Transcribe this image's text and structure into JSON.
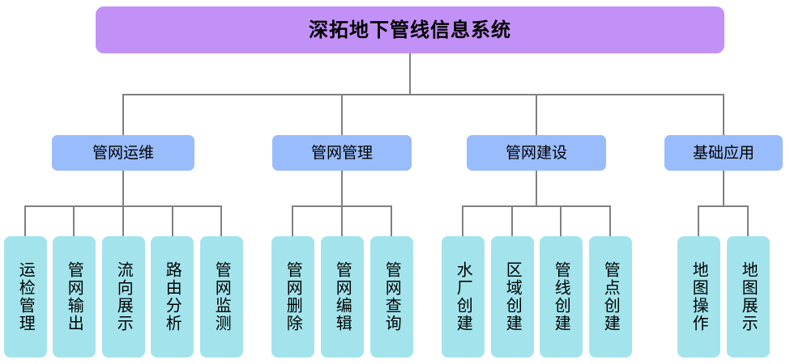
{
  "diagram": {
    "type": "org-chart",
    "title": "深拓地下管线信息系统",
    "colors": {
      "root": "#c291f7",
      "level2": "#99bcfc",
      "leaf": "#a3e4ec",
      "connector": "#808080",
      "background": "#ffffff",
      "text": "#000000"
    },
    "root": {
      "label": "深拓地下管线信息系统"
    },
    "branches": [
      {
        "label": "管网运维",
        "children": [
          {
            "label": "运检管理"
          },
          {
            "label": "管网输出"
          },
          {
            "label": "流向展示"
          },
          {
            "label": "路由分析"
          },
          {
            "label": "管网监测"
          }
        ]
      },
      {
        "label": "管网管理",
        "children": [
          {
            "label": "管网删除"
          },
          {
            "label": "管网编辑"
          },
          {
            "label": "管网查询"
          }
        ]
      },
      {
        "label": "管网建设",
        "children": [
          {
            "label": "水厂创建"
          },
          {
            "label": "区域创建"
          },
          {
            "label": "管线创建"
          },
          {
            "label": "管点创建"
          }
        ]
      },
      {
        "label": "基础应用",
        "children": [
          {
            "label": "地图操作"
          },
          {
            "label": "地图展示"
          }
        ]
      }
    ]
  }
}
